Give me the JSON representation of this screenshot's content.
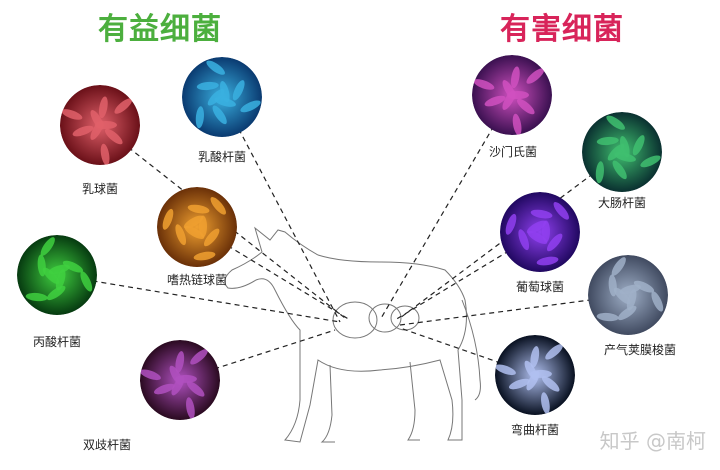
{
  "titles": {
    "beneficial": "有益细菌",
    "harmful": "有害细菌"
  },
  "colors": {
    "beneficial": "#4caf3e",
    "harmful": "#d8245a"
  },
  "beneficial": [
    {
      "name": "乳球菌",
      "color": "#e0606a",
      "dark": "#6a1018"
    },
    {
      "name": "乳酸杆菌",
      "color": "#3ab0e0",
      "dark": "#0a3a70"
    },
    {
      "name": "嗜热链球菌",
      "color": "#f0a030",
      "dark": "#6a3008"
    },
    {
      "name": "丙酸杆菌",
      "color": "#40d040",
      "dark": "#063a10"
    },
    {
      "name": "双歧杆菌",
      "color": "#b050c0",
      "dark": "#2a0a20"
    }
  ],
  "harmful": [
    {
      "name": "沙门氏菌",
      "color": "#d050c0",
      "dark": "#3a1050"
    },
    {
      "name": "大肠杆菌",
      "color": "#40c070",
      "dark": "#0a3030"
    },
    {
      "name": "葡萄球菌",
      "color": "#9040f0",
      "dark": "#200860"
    },
    {
      "name": "产气荚膜梭菌",
      "color": "#a0b0c8",
      "dark": "#404a60"
    },
    {
      "name": "弯曲杆菌",
      "color": "#b0c0f0",
      "dark": "#081020"
    }
  ],
  "watermark": "知乎 @南柯"
}
